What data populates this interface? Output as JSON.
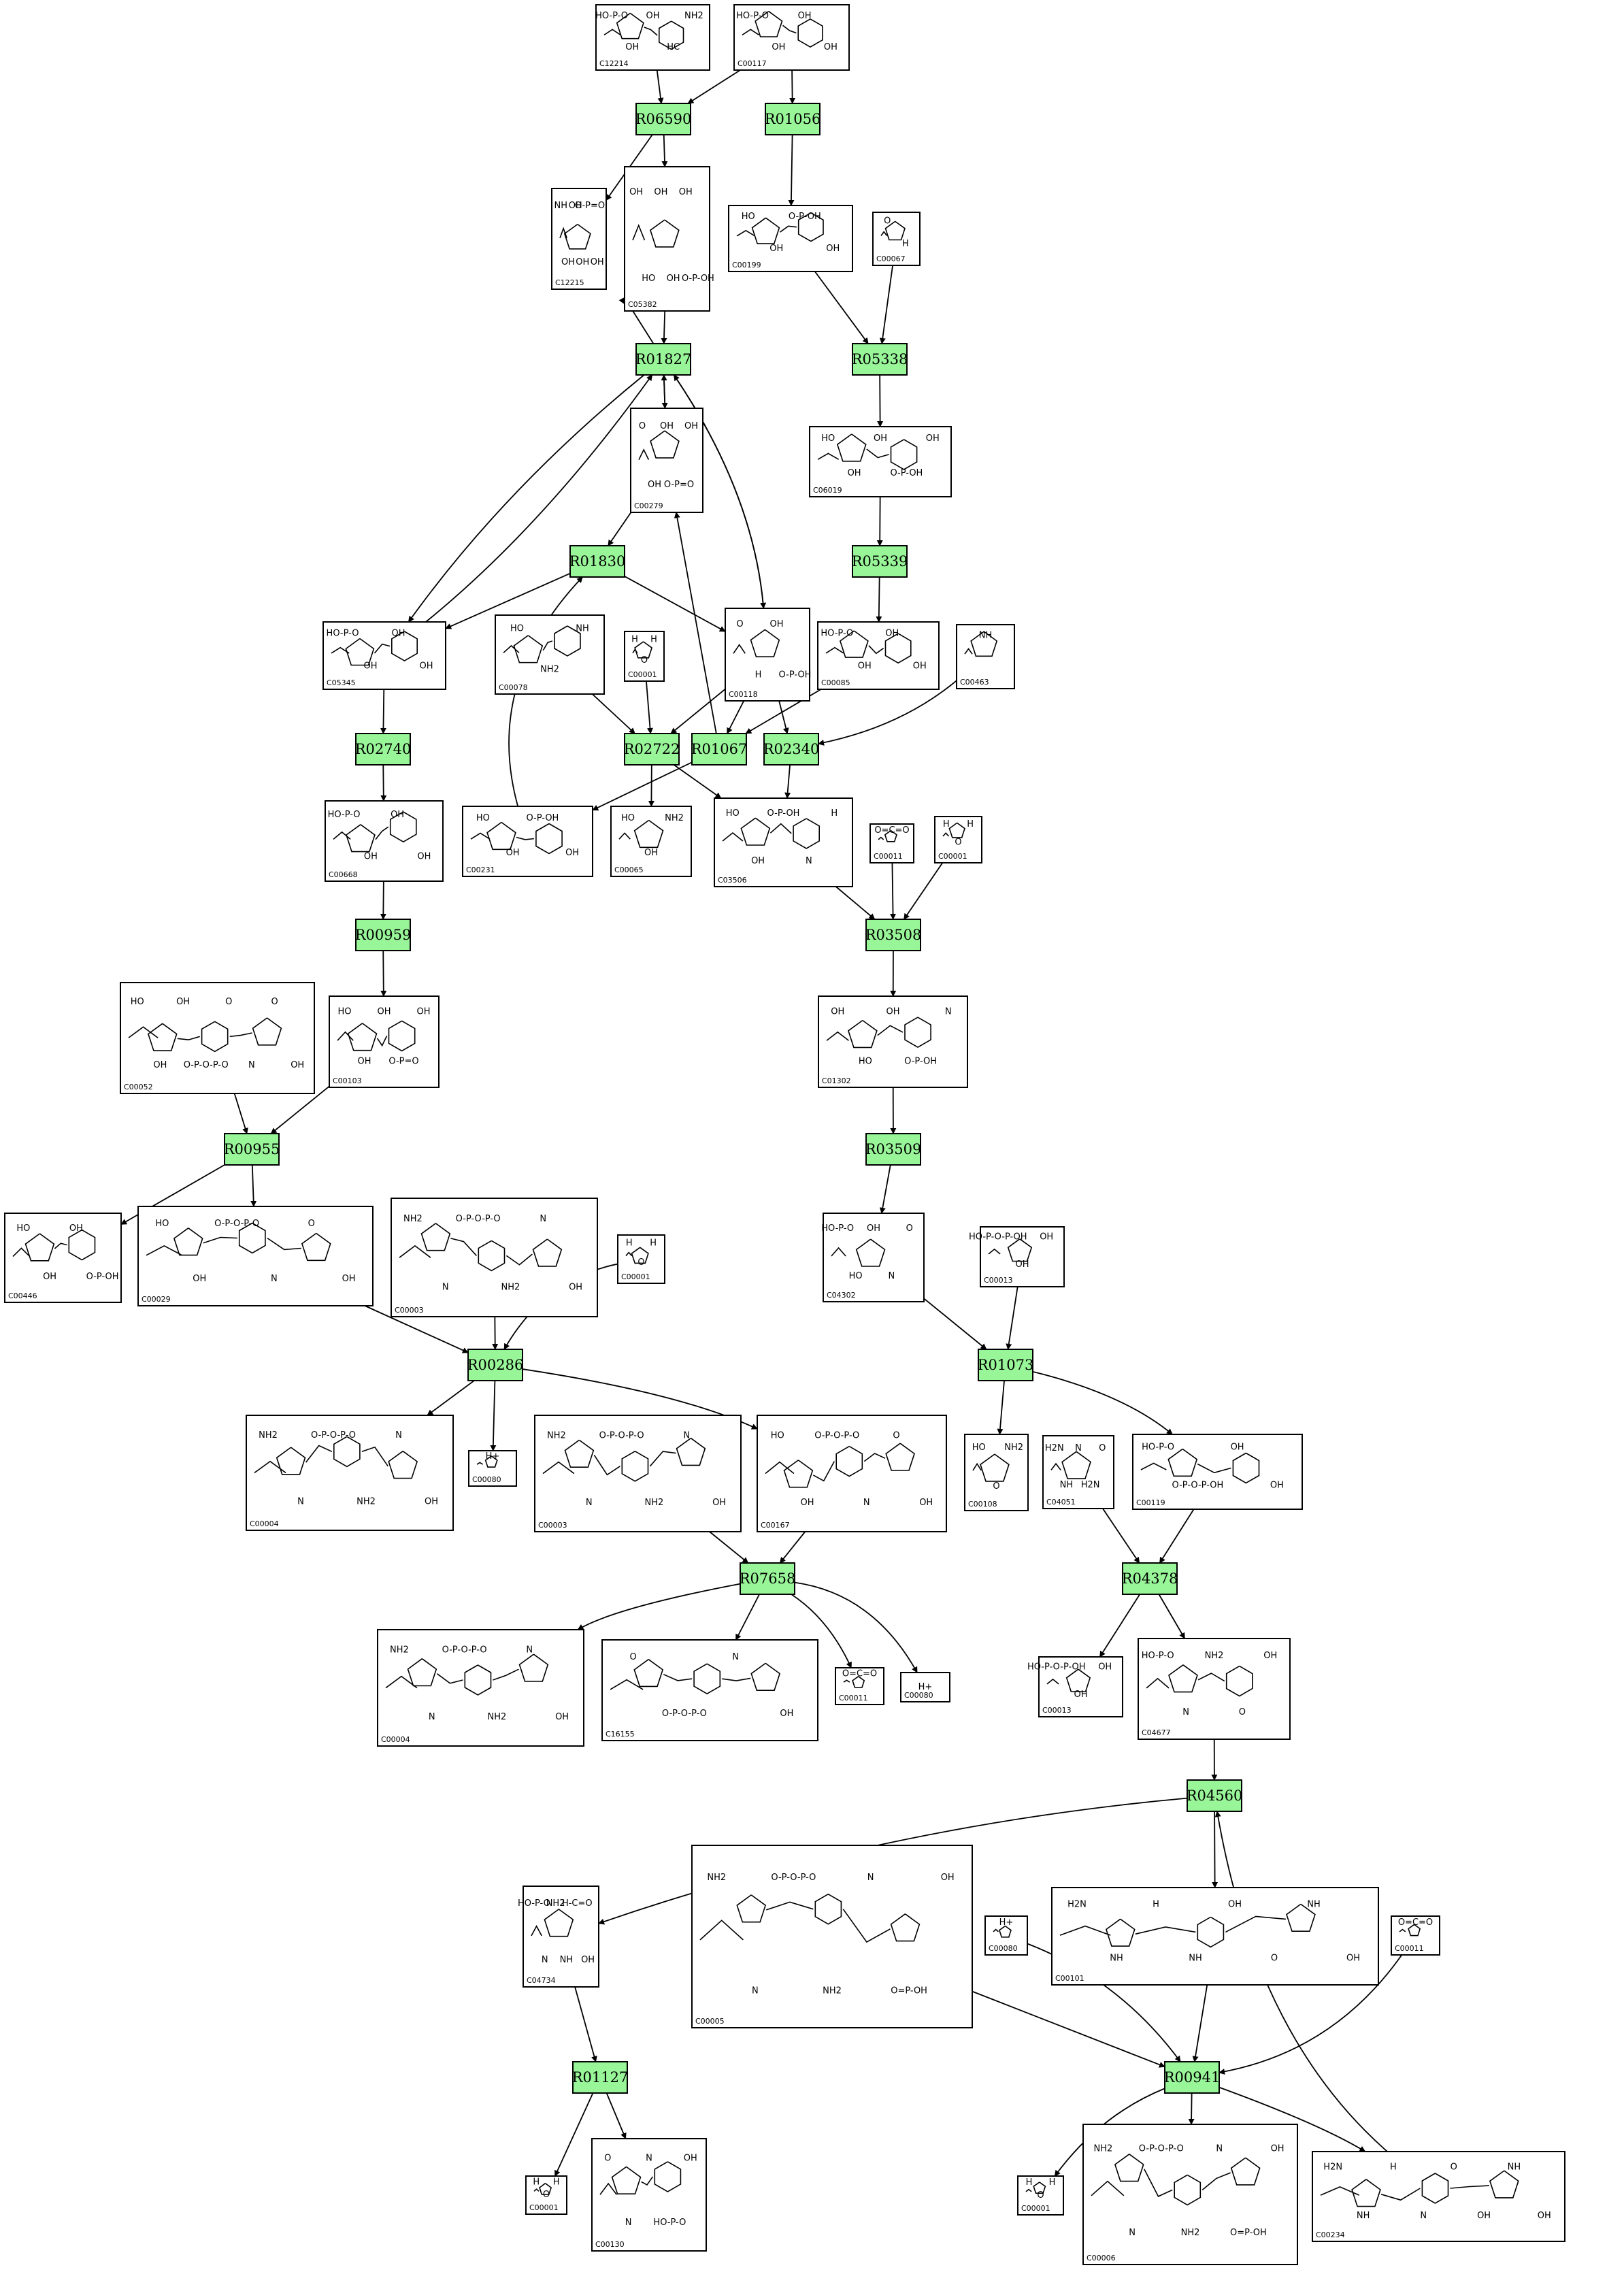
{
  "reactions": [
    {
      "id": "R06590",
      "label": "R06590"
    },
    {
      "id": "R01056",
      "label": "R01056"
    },
    {
      "id": "R01827",
      "label": "R01827"
    },
    {
      "id": "R05338",
      "label": "R05338"
    },
    {
      "id": "R01830",
      "label": "R01830"
    },
    {
      "id": "R05339",
      "label": "R05339"
    },
    {
      "id": "R02740",
      "label": "R02740"
    },
    {
      "id": "R02722",
      "label": "R02722"
    },
    {
      "id": "R01067",
      "label": "R01067"
    },
    {
      "id": "R02340",
      "label": "R02340"
    },
    {
      "id": "R00959",
      "label": "R00959"
    },
    {
      "id": "R03508",
      "label": "R03508"
    },
    {
      "id": "R00955",
      "label": "R00955"
    },
    {
      "id": "R03509",
      "label": "R03509"
    },
    {
      "id": "R00286",
      "label": "R00286"
    },
    {
      "id": "R01073",
      "label": "R01073"
    },
    {
      "id": "R07658",
      "label": "R07658"
    },
    {
      "id": "R04378",
      "label": "R04378"
    },
    {
      "id": "R04560",
      "label": "R04560"
    },
    {
      "id": "R01127",
      "label": "R01127"
    },
    {
      "id": "R00941",
      "label": "R00941"
    }
  ],
  "compounds": [
    {
      "key": "c12214",
      "label": "C12214",
      "atoms": [
        "HO-P-O",
        "OH",
        "OH",
        "HC",
        "NH2"
      ]
    },
    {
      "key": "c00117",
      "label": "C00117",
      "atoms": [
        "HO-P-O",
        "OH",
        "OH",
        "OH"
      ]
    },
    {
      "key": "c12215",
      "label": "C12215",
      "atoms": [
        "NH",
        "OH",
        "OH",
        "OH",
        "O-P=O",
        "OH"
      ]
    },
    {
      "key": "c05382",
      "label": "C05382",
      "atoms": [
        "OH",
        "HO",
        "OH",
        "OH",
        "OH",
        "O-P-OH"
      ]
    },
    {
      "key": "c00199",
      "label": "C00199",
      "atoms": [
        "HO",
        "OH",
        "O-P-OH",
        "OH"
      ]
    },
    {
      "key": "c00067",
      "label": "C00067",
      "atoms": [
        "O",
        "H"
      ]
    },
    {
      "key": "c00279",
      "label": "C00279",
      "atoms": [
        "O",
        "OH",
        "OH",
        "O-P=O",
        "OH"
      ]
    },
    {
      "key": "c06019",
      "label": "C06019",
      "atoms": [
        "HO",
        "OH",
        "OH",
        "O-P-OH",
        "OH"
      ]
    },
    {
      "key": "c05345",
      "label": "C05345",
      "atoms": [
        "HO-P-O",
        "OH",
        "OH",
        "OH"
      ]
    },
    {
      "key": "c00078",
      "label": "C00078",
      "atoms": [
        "HO",
        "NH2",
        "NH"
      ]
    },
    {
      "key": "c00001a",
      "label": "C00001",
      "atoms": [
        "H",
        "O",
        "H"
      ]
    },
    {
      "key": "c00118",
      "label": "C00118",
      "atoms": [
        "O",
        "H",
        "OH",
        "O-P-OH"
      ]
    },
    {
      "key": "c00085",
      "label": "C00085",
      "atoms": [
        "HO-P-O",
        "OH",
        "OH",
        "OH"
      ]
    },
    {
      "key": "c00463",
      "label": "C00463",
      "atoms": [
        "NH"
      ]
    },
    {
      "key": "c00668",
      "label": "C00668",
      "atoms": [
        "HO-P-O",
        "OH",
        "OH",
        "OH"
      ]
    },
    {
      "key": "c00231",
      "label": "C00231",
      "atoms": [
        "HO",
        "OH",
        "O-P-OH",
        "OH"
      ]
    },
    {
      "key": "c00065",
      "label": "C00065",
      "atoms": [
        "HO",
        "OH",
        "NH2"
      ]
    },
    {
      "key": "c03506",
      "label": "C03506",
      "atoms": [
        "HO",
        "OH",
        "O-P-OH",
        "N",
        "H"
      ]
    },
    {
      "key": "c00011a",
      "label": "C00011",
      "atoms": [
        "O=C=O"
      ]
    },
    {
      "key": "c00001b",
      "label": "C00001",
      "atoms": [
        "H",
        "O",
        "H"
      ]
    },
    {
      "key": "c00052",
      "label": "C00052",
      "atoms": [
        "HO",
        "OH",
        "OH",
        "O-P-O-P-O",
        "O",
        "N",
        "O",
        "OH"
      ]
    },
    {
      "key": "c00103",
      "label": "C00103",
      "atoms": [
        "HO",
        "OH",
        "OH",
        "O-P=O",
        "OH"
      ]
    },
    {
      "key": "c01302",
      "label": "C01302",
      "atoms": [
        "OH",
        "HO",
        "OH",
        "O-P-OH",
        "N"
      ]
    },
    {
      "key": "c00446",
      "label": "C00446",
      "atoms": [
        "HO",
        "OH",
        "OH",
        "O-P-OH"
      ]
    },
    {
      "key": "c00029",
      "label": "C00029",
      "atoms": [
        "HO",
        "OH",
        "O-P-O-P-O",
        "N",
        "O",
        "OH"
      ]
    },
    {
      "key": "c00003a",
      "label": "C00003",
      "atoms": [
        "NH2",
        "N",
        "O-P-O-P-O",
        "NH2",
        "N",
        "OH"
      ]
    },
    {
      "key": "c00001c",
      "label": "C00001",
      "atoms": [
        "H",
        "O",
        "H"
      ]
    },
    {
      "key": "c04302",
      "label": "C04302",
      "atoms": [
        "HO-P-O",
        "HO",
        "OH",
        "N",
        "O"
      ]
    },
    {
      "key": "c00013",
      "label": "C00013",
      "atoms": [
        "HO-P-O-P-OH",
        "OH",
        "OH"
      ]
    },
    {
      "key": "c00004a",
      "label": "C00004",
      "atoms": [
        "NH2",
        "N",
        "O-P-O-P-O",
        "NH2",
        "N",
        "OH"
      ]
    },
    {
      "key": "c00080a",
      "label": "C00080",
      "atoms": [
        "H+"
      ]
    },
    {
      "key": "c00003b",
      "label": "C00003",
      "atoms": [
        "NH2",
        "N",
        "O-P-O-P-O",
        "NH2",
        "N",
        "OH"
      ]
    },
    {
      "key": "c00167",
      "label": "C00167",
      "atoms": [
        "HO",
        "OH",
        "O-P-O-P-O",
        "N",
        "O",
        "OH"
      ]
    },
    {
      "key": "c00108",
      "label": "C00108",
      "atoms": [
        "HO",
        "O",
        "NH2"
      ]
    },
    {
      "key": "c04051",
      "label": "C04051",
      "atoms": [
        "H2N",
        "NH",
        "N",
        "H2N",
        "O"
      ]
    },
    {
      "key": "c00119",
      "label": "C00119",
      "atoms": [
        "HO-P-O",
        "O-P-O-P-OH",
        "OH",
        "OH"
      ]
    },
    {
      "key": "c00004b",
      "label": "C00004",
      "atoms": [
        "NH2",
        "N",
        "O-P-O-P-O",
        "NH2",
        "N",
        "OH"
      ]
    },
    {
      "key": "c16155",
      "label": "C16155",
      "atoms": [
        "O",
        "O-P-O-P-O",
        "N",
        "OH"
      ]
    },
    {
      "key": "c00011b",
      "label": "C00011",
      "atoms": [
        "O=C=O"
      ]
    },
    {
      "key": "c00080b",
      "label": "C00080",
      "atoms": [
        "H+"
      ]
    },
    {
      "key": "c00013b",
      "label": "C00013",
      "atoms": [
        "HO-P-O-P-OH",
        "OH",
        "OH"
      ]
    },
    {
      "key": "c04677",
      "label": "C04677",
      "atoms": [
        "HO-P-O",
        "N",
        "NH2",
        "O",
        "OH"
      ]
    },
    {
      "key": "c04734",
      "label": "C04734",
      "atoms": [
        "HO-P-O",
        "N",
        "NH2",
        "NH",
        "H-C=O",
        "OH"
      ]
    },
    {
      "key": "c00005",
      "label": "C00005",
      "atoms": [
        "NH2",
        "N",
        "O-P-O-P-O",
        "NH2",
        "N",
        "O=P-OH",
        "OH"
      ]
    },
    {
      "key": "c00080c",
      "label": "C00080",
      "atoms": [
        "H+"
      ]
    },
    {
      "key": "c00101",
      "label": "C00101",
      "atoms": [
        "H2N",
        "NH",
        "H",
        "NH",
        "OH",
        "O",
        "NH",
        "OH"
      ]
    },
    {
      "key": "c00011c",
      "label": "C00011",
      "atoms": [
        "O=C=O"
      ]
    },
    {
      "key": "c00001d",
      "label": "C00001",
      "atoms": [
        "H",
        "O",
        "H"
      ]
    },
    {
      "key": "c00130",
      "label": "C00130",
      "atoms": [
        "O",
        "N",
        "N",
        "HO-P-O",
        "OH"
      ]
    },
    {
      "key": "c00001e",
      "label": "C00001",
      "atoms": [
        "H",
        "O",
        "H"
      ]
    },
    {
      "key": "c00006",
      "label": "C00006",
      "atoms": [
        "NH2",
        "N",
        "O-P-O-P-O",
        "NH2",
        "N",
        "O=P-OH",
        "OH"
      ]
    },
    {
      "key": "c00234",
      "label": "C00234",
      "atoms": [
        "H2N",
        "NH",
        "H",
        "N",
        "O",
        "OH",
        "NH",
        "OH"
      ]
    }
  ]
}
